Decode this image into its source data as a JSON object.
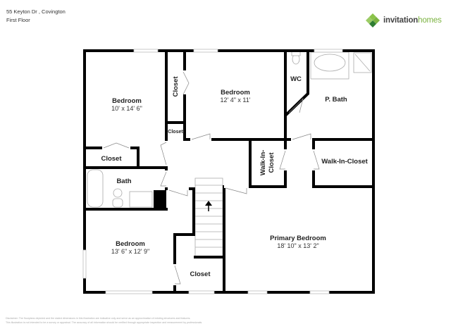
{
  "header": {
    "address": "55 Keyton Dr , Covington",
    "floor": "First Floor"
  },
  "brand": {
    "name_part1": "invitation",
    "name_part2": "homes",
    "colors": {
      "light_green": "#8bc34a",
      "dark_green": "#2e7d32",
      "text": "#444444"
    }
  },
  "rooms": {
    "bedroom_top_left": {
      "label": "Bedroom",
      "dims": "10' x 14' 6\""
    },
    "closet_top_left": {
      "label": "Closet"
    },
    "closet_tall": {
      "label": "Closet"
    },
    "closet_small": {
      "label": "Closet"
    },
    "bedroom_top_center": {
      "label": "Bedroom",
      "dims": "12' 4\" x 11'"
    },
    "wc": {
      "label": "WC"
    },
    "p_bath": {
      "label": "P. Bath"
    },
    "walk_in_closet_left": {
      "label1": "Walk-In-",
      "label2": "Closet"
    },
    "walk_in_closet_right": {
      "label": "Walk-In-Closet"
    },
    "bath": {
      "label": "Bath"
    },
    "bedroom_bottom_left": {
      "label": "Bedroom",
      "dims": "13' 6\" x 12' 9\""
    },
    "closet_bottom": {
      "label": "Closet"
    },
    "primary_bedroom": {
      "label": "Primary Bedroom",
      "dims": "18' 10\" x 13' 2\""
    }
  },
  "disclaimer": {
    "line1": "Disclaimer: The floorplans depicted and the stated dimensions in this illustration are indicative only and serve as an approximation of existing structures and features.",
    "line2": "This illustration is not intended to be a survey or appraisal. The accuracy of all information should be verified through appropriate inspection and measurement by professionals."
  }
}
